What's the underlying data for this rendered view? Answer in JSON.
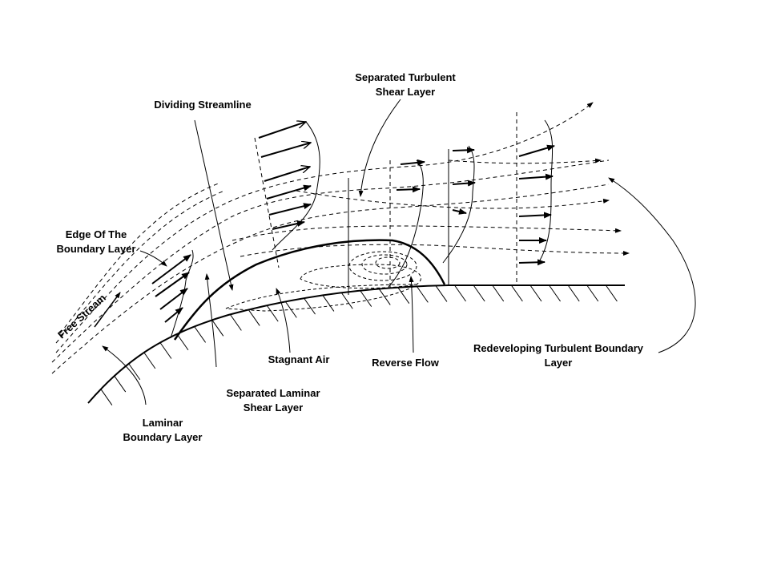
{
  "labels": {
    "dividing_streamline": "Dividing Streamline",
    "separated_turbulent_1": "Separated Turbulent",
    "separated_turbulent_2": "Shear Layer",
    "edge_1": "Edge Of The",
    "edge_2": "Boundary Layer",
    "free_stream": "Free Stream",
    "stagnant_air": "Stagnant Air",
    "reverse_flow": "Reverse Flow",
    "redeveloping_1": "Redeveloping Turbulent Boundary",
    "redeveloping_2": "Layer",
    "separated_laminar_1": "Separated Laminar",
    "separated_laminar_2": "Shear Layer",
    "laminar_1": "Laminar",
    "laminar_2": "Boundary Layer"
  },
  "colors": {
    "ink": "#000000",
    "background": "#ffffff"
  }
}
